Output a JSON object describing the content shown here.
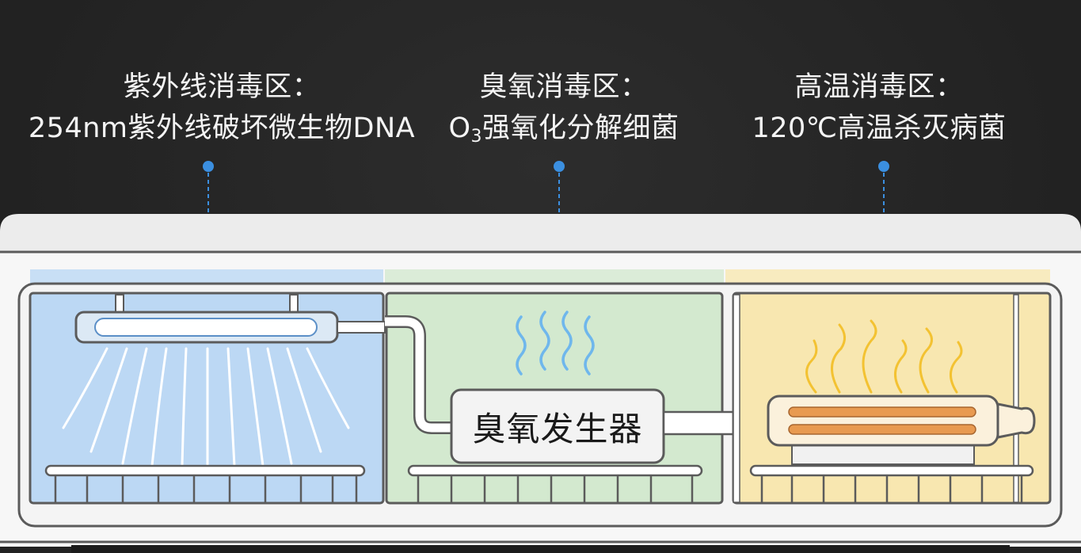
{
  "zones": [
    {
      "id": "uv",
      "title": "紫外线消毒区：",
      "desc": "254nm紫外线破坏微生物DNA",
      "color": "#bcd8f4"
    },
    {
      "id": "ozone",
      "title": "臭氧消毒区：",
      "desc_prefix": "O",
      "desc_sub": "3",
      "desc_rest": "强氧化分解细菌",
      "color": "#d3e9cf"
    },
    {
      "id": "heat",
      "title": "高温消毒区：",
      "desc": "120℃高温杀灭病菌",
      "color": "#f8e7b0"
    }
  ],
  "ozone_generator": {
    "label": "臭氧发生器"
  },
  "colors": {
    "leader_line": "#3b8fe0",
    "heater_element": "#e89a50",
    "flame": "#f3c232",
    "ozone_wave": "#6fb7ec",
    "cabinet_outline": "#5b5b5b",
    "cabinet_body": "#f7f7f7"
  },
  "icons": [
    "uv-lamp-icon",
    "ozone-wave-icon",
    "flame-icon",
    "heater-icon",
    "rack-icon"
  ]
}
